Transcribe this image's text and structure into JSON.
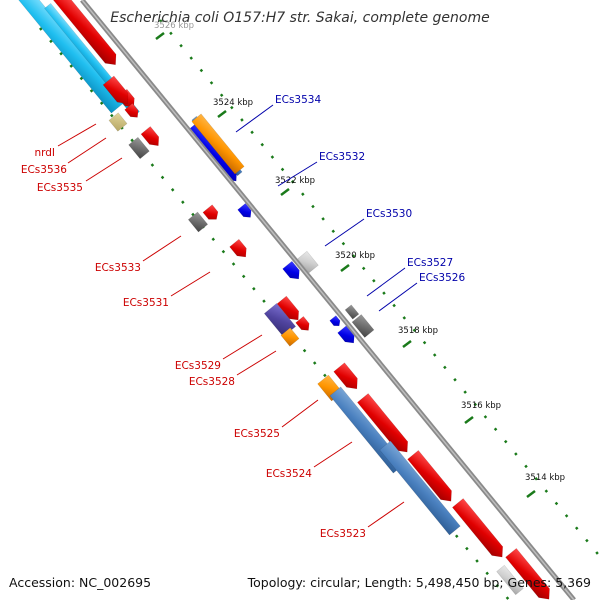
{
  "title": "Escherichia coli O157:H7 str. Sakai, complete genome",
  "footer": {
    "accession": "Accession: NC_002695",
    "summary": "Topology: circular; Length: 5,498,450 bp; Genes: 5,369"
  },
  "ticks": [
    "3526 kbp",
    "3524 kbp",
    "3522 kbp",
    "3520 kbp",
    "3518 kbp",
    "3516 kbp",
    "3514 kbp"
  ],
  "labels": {
    "right": [
      "ECs3534",
      "ECs3532",
      "ECs3530",
      "ECs3527",
      "ECs3526"
    ],
    "left": [
      "nrdI",
      "ECs3536",
      "ECs3535",
      "ECs3533",
      "ECs3531",
      "ECs3529",
      "ECs3528",
      "ECs3525",
      "ECs3524",
      "ECs3523"
    ]
  },
  "colors": {
    "plus_strand_label": "#0000aa",
    "minus_strand_label": "#cc0000",
    "backbone": "#8a8a8a",
    "tick": "#1a7a1a"
  }
}
